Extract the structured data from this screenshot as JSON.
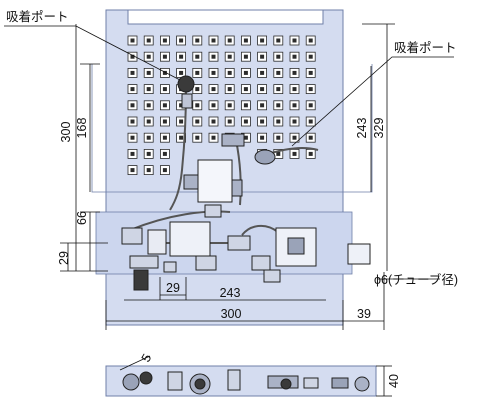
{
  "callouts": {
    "suction_port_left": "吸着ポート",
    "suction_port_right": "吸着ポート",
    "tube_diameter": "ϕ6(チューブ径)"
  },
  "dimensions": {
    "left_300": "300",
    "left_168": "168",
    "left_66": "66",
    "left_29": "29",
    "right_243": "243",
    "right_329": "329",
    "bottom_29": "29",
    "bottom_243": "243",
    "bottom_300": "300",
    "bottom_39": "39",
    "side_40": "40",
    "side_5": "5"
  },
  "colors": {
    "plate_fill": "#d4dcf0",
    "outline": "#6f7fa8",
    "dark": "#222222",
    "dim_line": "#111111"
  }
}
